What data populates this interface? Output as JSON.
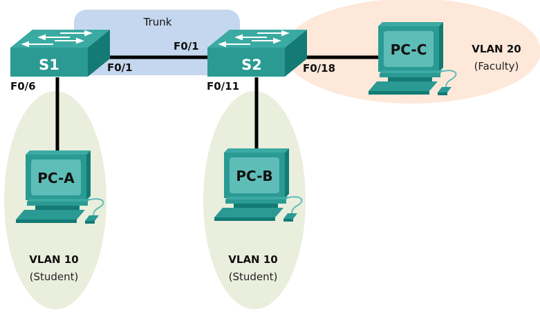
{
  "diagram": {
    "colors": {
      "trunk_region": "#c5d7ee",
      "student_region": "#eaeedd",
      "faculty_region": "#fde8da",
      "device_teal": "#2a9a93",
      "device_dark": "#137a74",
      "screen": "#5fbdb7",
      "link": "#000000"
    },
    "trunk": {
      "label": "Trunk"
    },
    "switches": [
      {
        "id": "S1",
        "label": "S1"
      },
      {
        "id": "S2",
        "label": "S2"
      }
    ],
    "pcs": [
      {
        "id": "PC-A",
        "label": "PC-A"
      },
      {
        "id": "PC-B",
        "label": "PC-B"
      },
      {
        "id": "PC-C",
        "label": "PC-C"
      }
    ],
    "ports": {
      "s1_trunk": "F0/1",
      "s2_trunk": "F0/1",
      "s1_pca": "F0/6",
      "s2_pcb": "F0/11",
      "s2_pcc": "F0/18"
    },
    "vlans": [
      {
        "region": "pc-a",
        "name": "VLAN 10",
        "desc": "(Student)"
      },
      {
        "region": "pc-b",
        "name": "VLAN 10",
        "desc": "(Student)"
      },
      {
        "region": "pc-c",
        "name": "VLAN 20",
        "desc": "(Faculty)"
      }
    ]
  }
}
